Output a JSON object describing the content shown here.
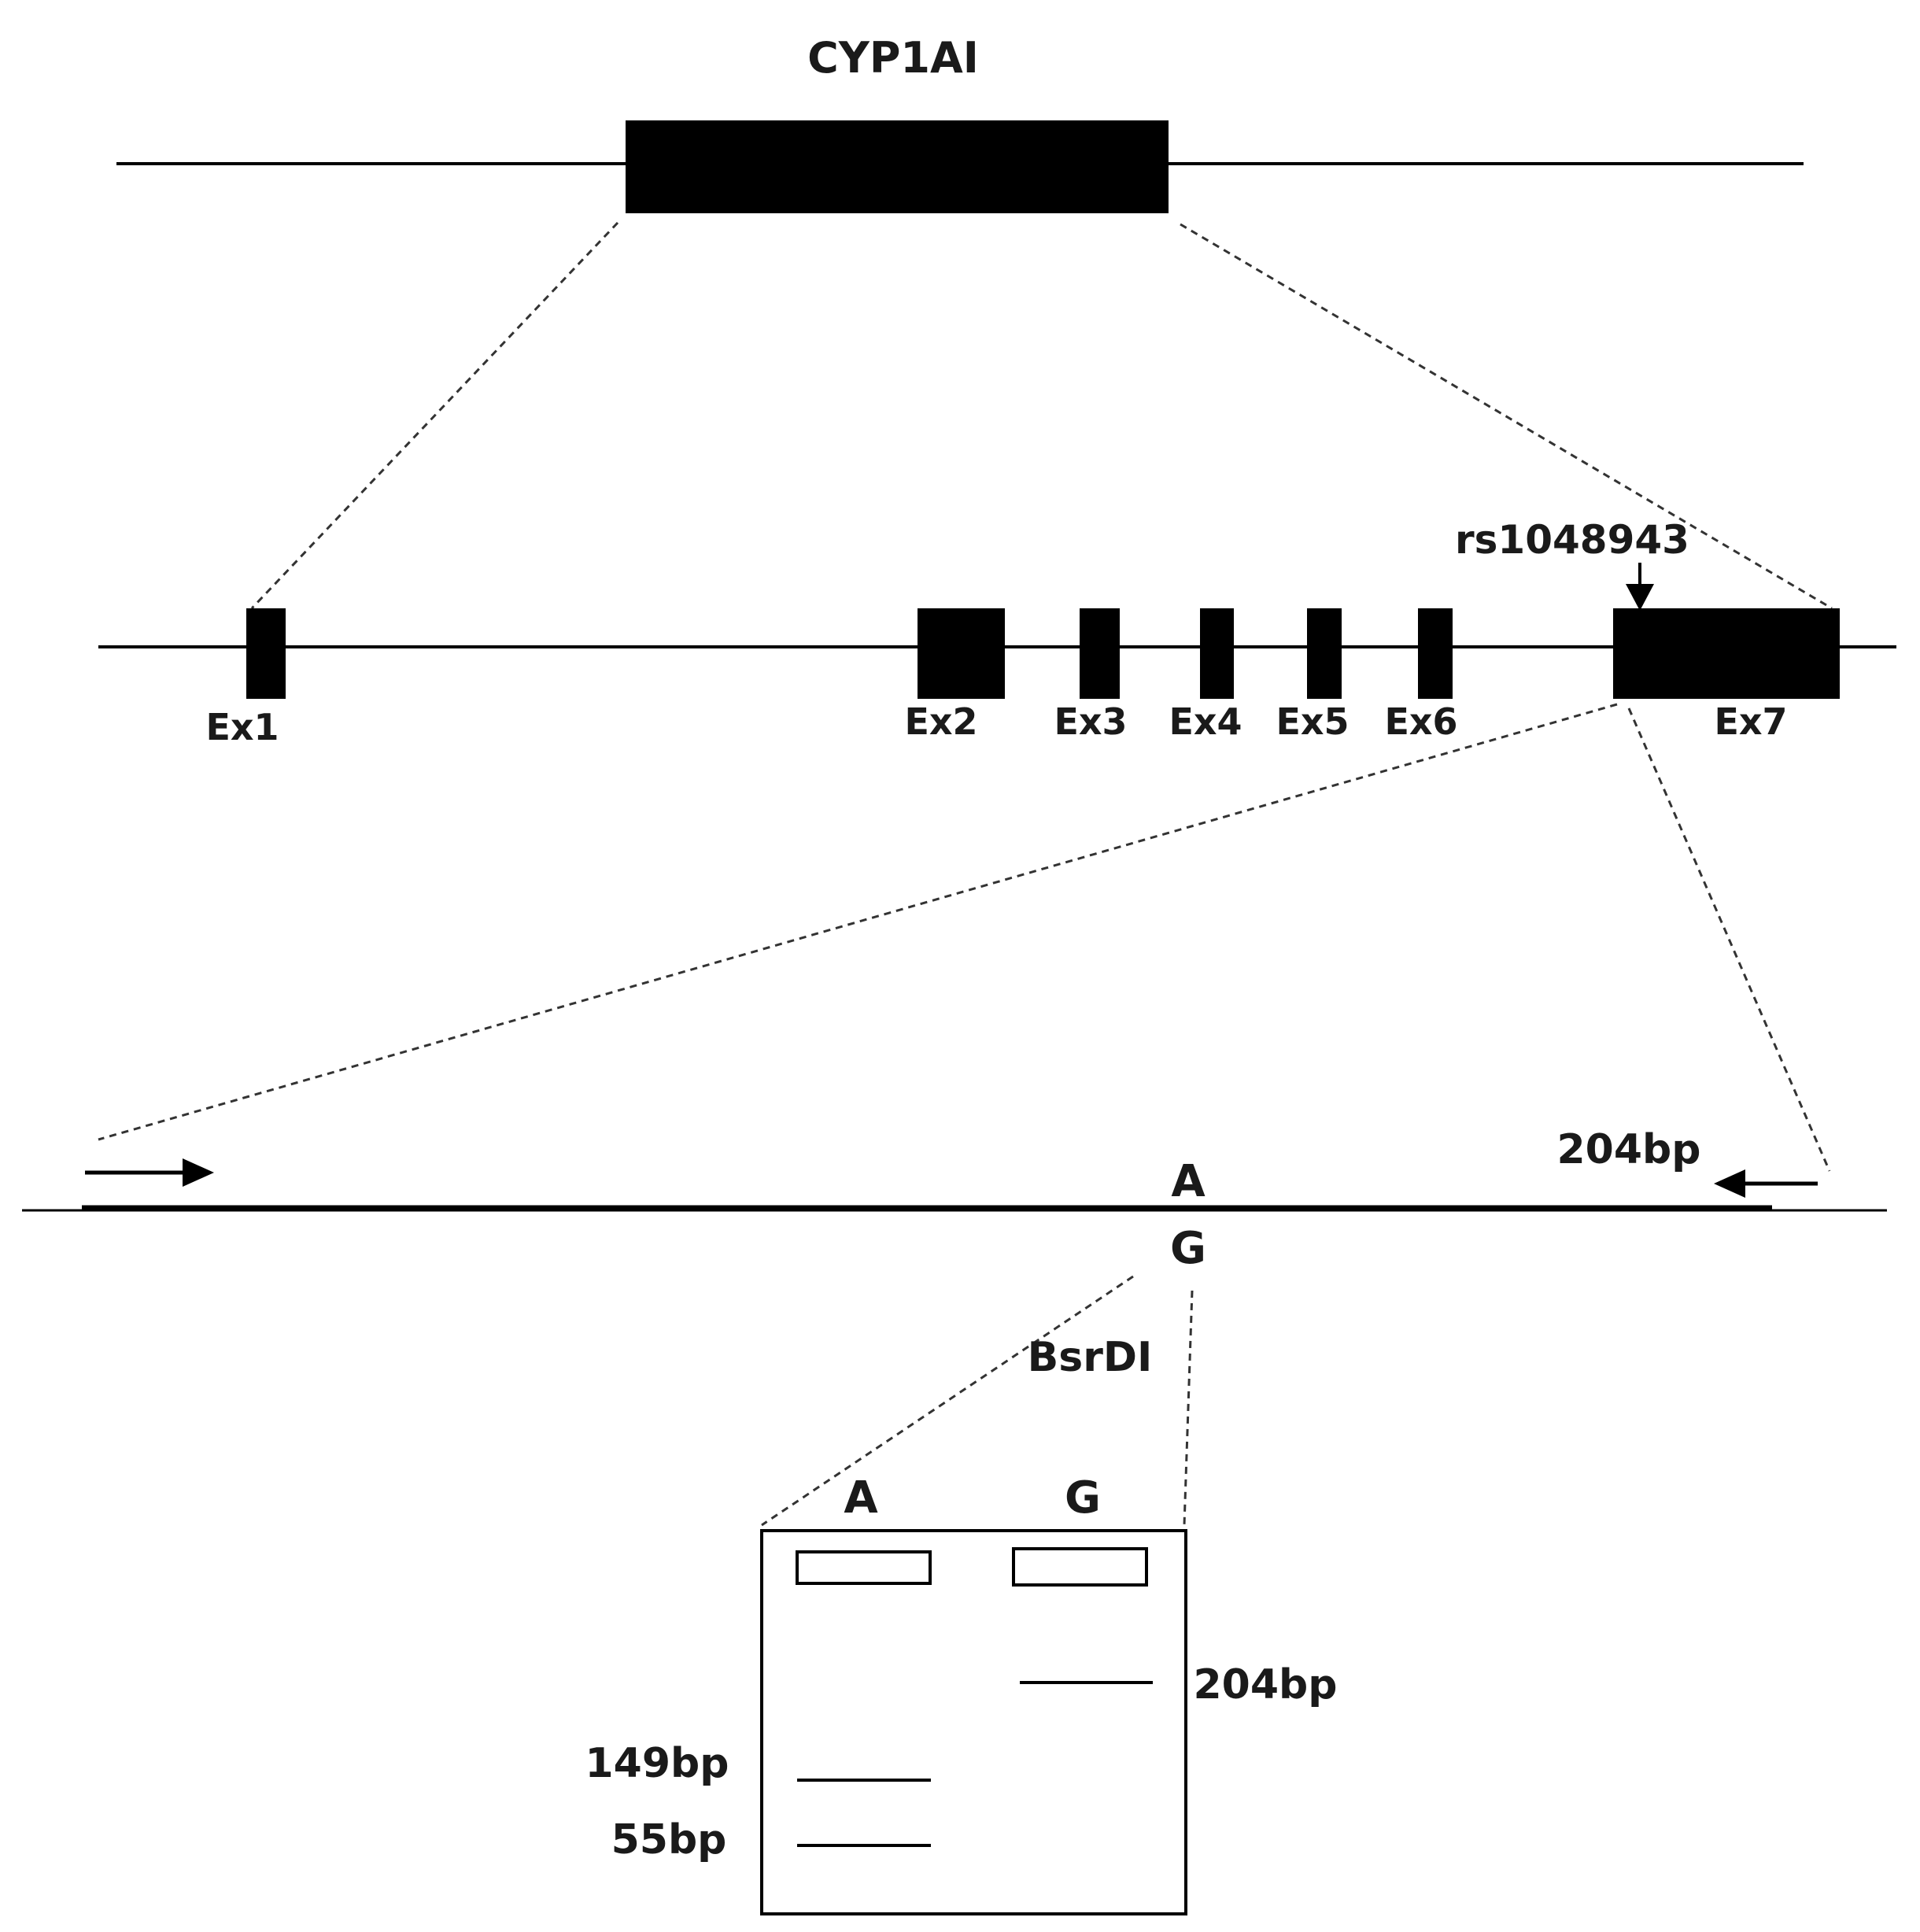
{
  "gene": {
    "name": "CYP1AI"
  },
  "exons": [
    {
      "label": "Ex1"
    },
    {
      "label": "Ex2"
    },
    {
      "label": "Ex3"
    },
    {
      "label": "Ex4"
    },
    {
      "label": "Ex5"
    },
    {
      "label": "Ex6"
    },
    {
      "label": "Ex7"
    }
  ],
  "snp": {
    "id": "rs1048943"
  },
  "amplicon": {
    "size": "204bp",
    "allele_top": "A",
    "allele_bottom": "G"
  },
  "enzyme": {
    "name": "BsrDI"
  },
  "gel": {
    "lane_a": "A",
    "lane_g": "G",
    "band_g": "204bp",
    "band_a1": "149bp",
    "band_a2": "55bp"
  }
}
